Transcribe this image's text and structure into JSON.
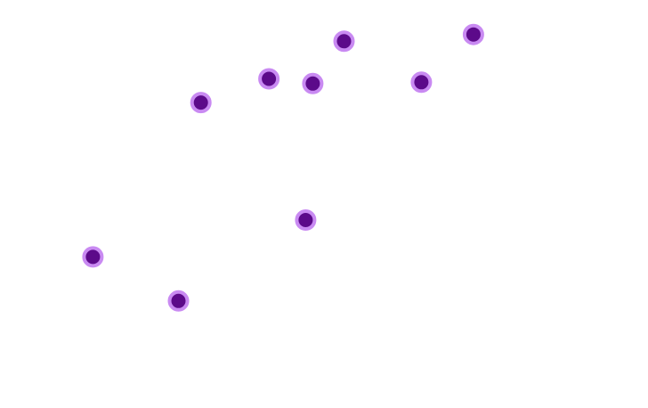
{
  "chart_data": {
    "type": "scatter",
    "title": "",
    "xlabel": "",
    "ylabel": "",
    "grid": false,
    "xlim": [
      0,
      1000
    ],
    "ylim": [
      0,
      1000
    ],
    "points": [
      {
        "x": 98,
        "y": 320
      },
      {
        "x": 254,
        "y": 190
      },
      {
        "x": 295,
        "y": 776
      },
      {
        "x": 419,
        "y": 846
      },
      {
        "x": 486,
        "y": 429
      },
      {
        "x": 499,
        "y": 832
      },
      {
        "x": 556,
        "y": 957
      },
      {
        "x": 697,
        "y": 836
      },
      {
        "x": 792,
        "y": 977
      }
    ],
    "colors": {
      "marker_fill": "#5c0a8a",
      "marker_edge": "#c98af2"
    }
  }
}
